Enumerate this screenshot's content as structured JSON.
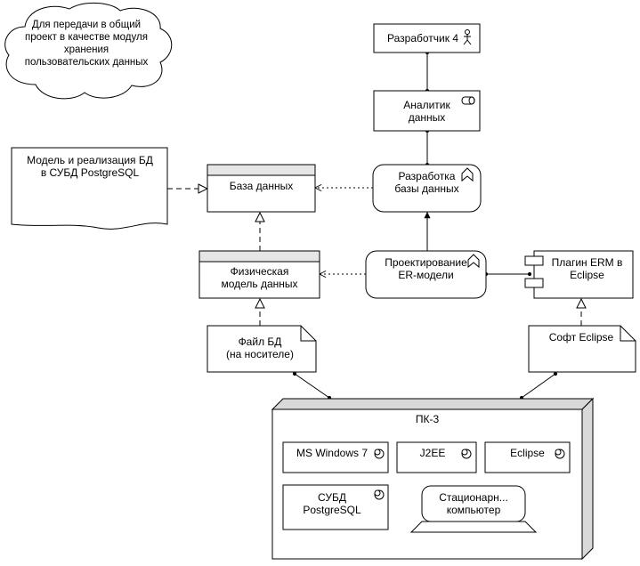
{
  "cloud": {
    "text": "Для передачи в общий\nпроект в качестве модуля\nхранения\nпользовательских данных"
  },
  "doc": {
    "text": "Модель и реализация БД\nв СУБД PostgreSQL"
  },
  "developer": {
    "label": "Разработчик 4",
    "icon": "actor-icon"
  },
  "analyst": {
    "label": "Аналитик\nданных",
    "icon": "role-icon"
  },
  "db_dev": {
    "label": "Разработка\nбазы данных",
    "icon": "function-icon"
  },
  "database": {
    "label": "База данных"
  },
  "physical": {
    "label": "Физическая\nмодель данных"
  },
  "er_design": {
    "label": "Проектирование\nER-модели",
    "icon": "function-icon"
  },
  "plugin": {
    "label": "Плагин ERM в\nEclipse",
    "icon": "component-icon"
  },
  "db_file": {
    "label": "Файл БД\n(на носителе)"
  },
  "eclipse_soft": {
    "label": "Софт Eclipse"
  },
  "node": {
    "title": "ПК-3",
    "items": [
      {
        "label": "MS Windows 7"
      },
      {
        "label": "J2EE"
      },
      {
        "label": "Eclipse"
      },
      {
        "label": "СУБД\nPostgreSQL"
      }
    ],
    "device": {
      "label": "Стационарн...\nкомпьютер"
    }
  }
}
